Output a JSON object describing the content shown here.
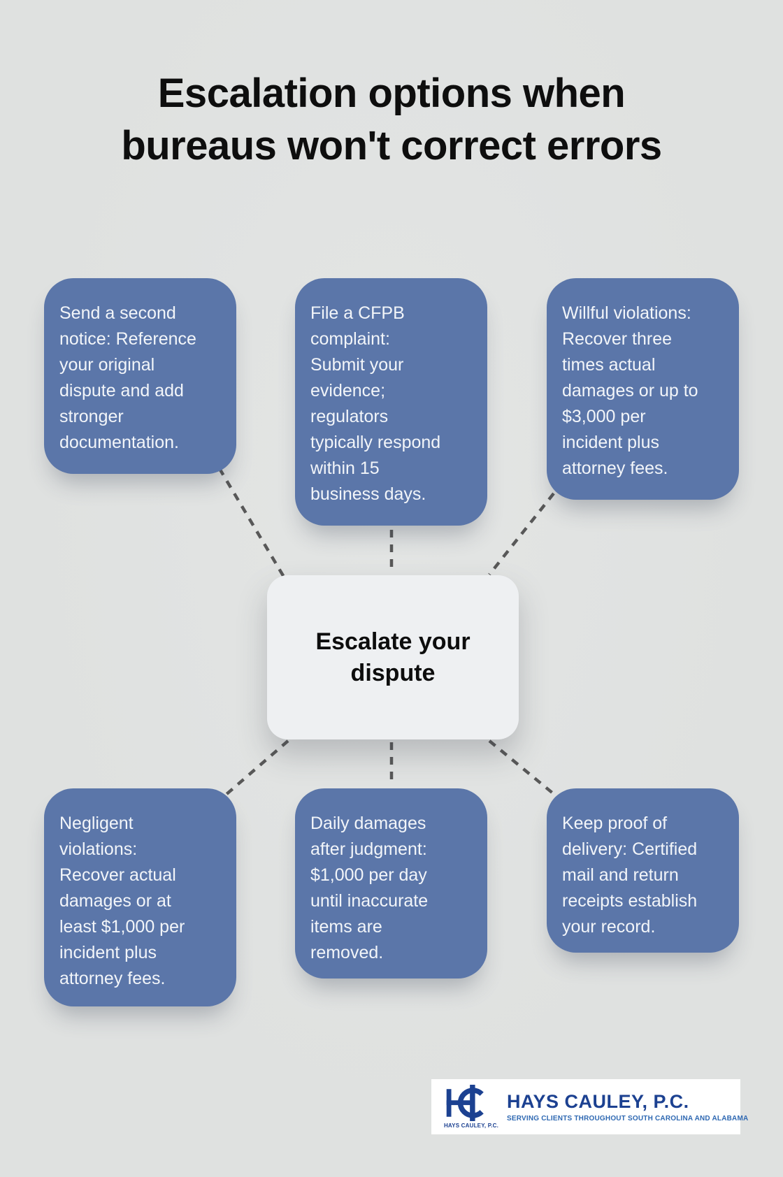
{
  "title": {
    "line1": "Escalation options when",
    "line2": "bureaus won't correct errors"
  },
  "center_node": {
    "label": "Escalate your\ndispute"
  },
  "nodes": [
    {
      "id": "top-left",
      "text": "Send a second\nnotice: Reference\nyour original\ndispute and add\nstronger\ndocumentation."
    },
    {
      "id": "top-middle",
      "text": "File a CFPB\ncomplaint:\nSubmit your\nevidence;\nregulators\ntypically respond\nwithin 15\nbusiness days."
    },
    {
      "id": "top-right",
      "text": "Willful violations:\nRecover three\ntimes actual\ndamages or up to\n$3,000 per\nincident plus\nattorney fees."
    },
    {
      "id": "bottom-left",
      "text": "Negligent\nviolations:\nRecover actual\ndamages or at\nleast $1,000 per\nincident plus\nattorney fees."
    },
    {
      "id": "bottom-middle",
      "text": "Daily damages\nafter judgment:\n$1,000 per day\nuntil inaccurate\nitems are\nremoved."
    },
    {
      "id": "bottom-right",
      "text": "Keep proof of\ndelivery: Certified\nmail and return\nreceipts establish\nyour record."
    }
  ],
  "logo": {
    "monogram": "HC",
    "monogram_caption": "HAYS CAULEY, P.C.",
    "name": "HAYS CAULEY, P.C.",
    "tagline": "SERVING CLIENTS THROUGHOUT SOUTH CAROLINA AND ALABAMA"
  },
  "colors": {
    "background": "#dfe1e0",
    "node_fill": "#5b76a9",
    "node_text": "#f2f5f9",
    "center_fill": "#eef0f2",
    "center_text": "#0d0d0d",
    "connector": "#585858",
    "title_text": "#0e0e0e",
    "logo_navy": "#1c4191",
    "logo_blue": "#2e68b2",
    "logo_bg": "#ffffff"
  }
}
